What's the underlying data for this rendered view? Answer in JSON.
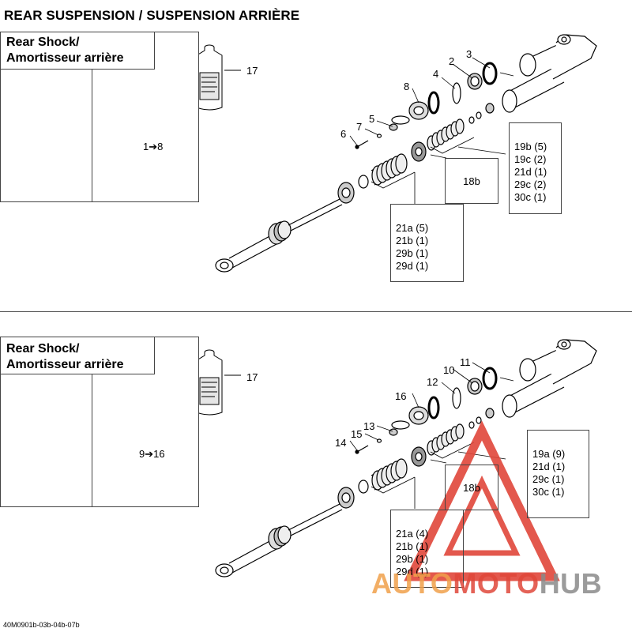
{
  "page_title": "REAR SUSPENSION / SUSPENSION ARRIÈRE",
  "panels": [
    {
      "inset_title_line1": "Rear Shock/",
      "inset_title_line2": "Amortisseur arrière",
      "range_label": "1➔8",
      "bottle_label": "17",
      "callouts": [
        "2",
        "3",
        "4",
        "8",
        "5",
        "7",
        "6"
      ],
      "ref_box": "18b",
      "legend_right": [
        "19b (5)",
        "19c (2)",
        "21d (1)",
        "29c (2)",
        "30c (1)"
      ],
      "legend_bottom": [
        "21a (5)",
        "21b (1)",
        "29b (1)",
        "29d (1)"
      ]
    },
    {
      "inset_title_line1": "Rear Shock/",
      "inset_title_line2": "Amortisseur arrière",
      "range_label": "9➔16",
      "bottle_label": "17",
      "callouts": [
        "10",
        "11",
        "12",
        "16",
        "13",
        "15",
        "14"
      ],
      "ref_box": "18b",
      "legend_right": [
        "19a (9)",
        "21d (1)",
        "29c (1)",
        "30c (1)"
      ],
      "legend_bottom": [
        "21a (4)",
        "21b (1)",
        "29b (1)",
        "29d (1)"
      ]
    }
  ],
  "footer_code": "40M0901b-03b-04b-07b",
  "watermark": {
    "part1": "AUTO",
    "part2": "MOTO",
    "part3": "HUB",
    "color_orange": "#f0a04b",
    "color_red": "#e0473a",
    "color_gray": "#8a8a8a"
  }
}
